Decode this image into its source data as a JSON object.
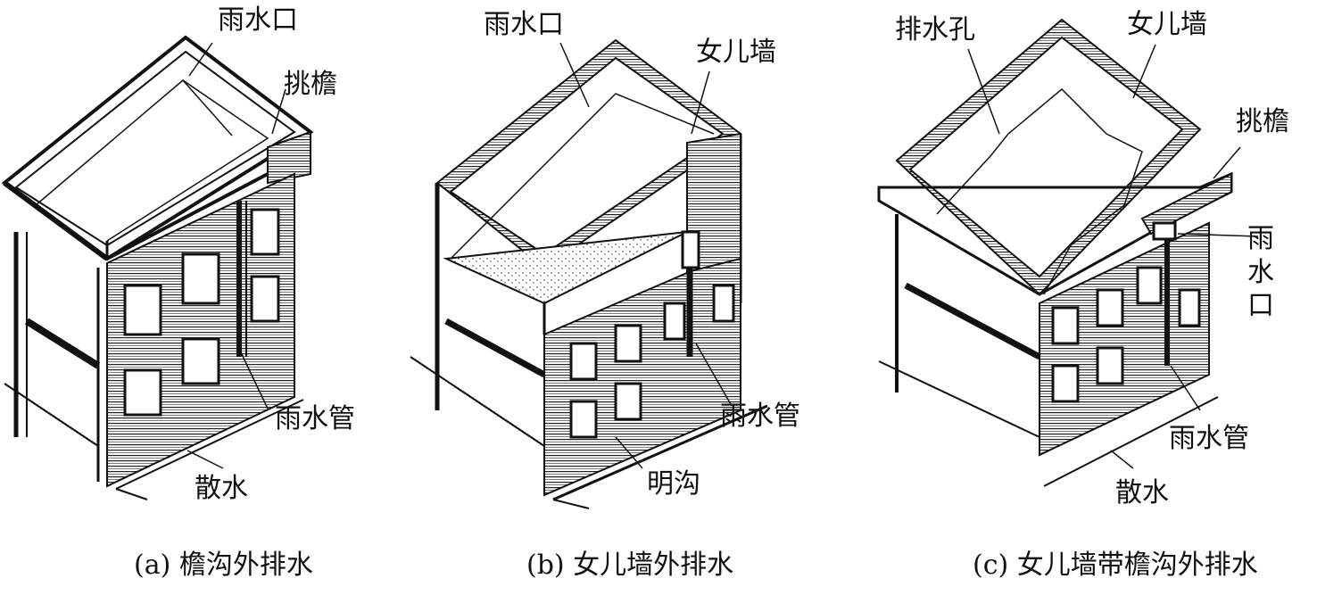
{
  "figure_a": {
    "caption": "(a) 檐沟外排水",
    "labels": {
      "rain_outlet": "雨水口",
      "overhang": "挑檐",
      "downpipe": "雨水管",
      "apron": "散水"
    }
  },
  "figure_b": {
    "caption": "(b) 女儿墙外排水",
    "labels": {
      "rain_outlet": "雨水口",
      "parapet": "女儿墙",
      "downpipe": "雨水管",
      "open_ditch": "明沟"
    }
  },
  "figure_c": {
    "caption": "(c) 女儿墙带檐沟外排水",
    "labels": {
      "drain_hole": "排水孔",
      "parapet": "女儿墙",
      "overhang": "挑檐",
      "rain_outlet": [
        "雨",
        "水",
        "口"
      ],
      "downpipe": "雨水管",
      "apron": "散水"
    }
  }
}
